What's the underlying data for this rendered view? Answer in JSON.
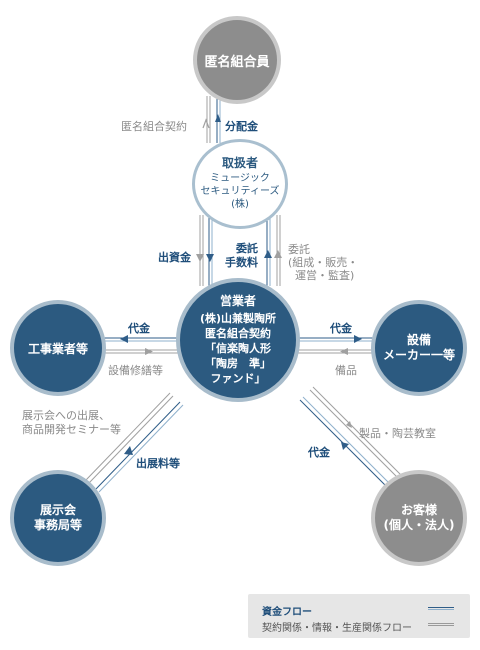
{
  "nodes": {
    "investors": "匿名組合員",
    "handler": {
      "title": "取扱者",
      "line1": "ミュージック",
      "line2": "セキュリティーズ",
      "line3": "(株)"
    },
    "operator": {
      "title": "営業者",
      "line1": "(株)山兼製陶所",
      "line2": "匿名組合契約",
      "line3": "「信楽陶人形",
      "line4": "「陶房　準」",
      "line5": "ファンド」"
    },
    "contractors": "工事業者等",
    "equipment_maker": {
      "line1": "設備",
      "line2": "メーカー一等"
    },
    "exhibition": {
      "line1": "展示会",
      "line2": "事務局等"
    },
    "customers": {
      "line1": "お客様",
      "line2": "(個人・法人)"
    }
  },
  "labels": {
    "anonymous_contract": "匿名組合契約",
    "dividend": "分配金",
    "investment": "出資金",
    "commission_fee_1": "委託",
    "commission_fee_2": "手数料",
    "consignment_1": "委託",
    "consignment_2": "(組成・販売・",
    "consignment_3": "運営・監査)",
    "payment_left": "代金",
    "equipment_repair": "設備修繕等",
    "payment_right": "代金",
    "equipment": "備品",
    "exhibit_1": "展示会への出展、",
    "exhibit_2": "商品開発セミナー等",
    "exhibit_fee": "出展料等",
    "payment_bottom": "代金",
    "products": "製品・陶芸教室"
  },
  "legend": {
    "funds_flow": "資金フロー",
    "contract_flow": "契約関係・情報・生産関係フロー"
  },
  "colors": {
    "dark_blue": "#2c5a80",
    "funds_line": "#2f5d88",
    "contract_line": "#9a9a9a",
    "node_grey": "#8d8d8d"
  }
}
